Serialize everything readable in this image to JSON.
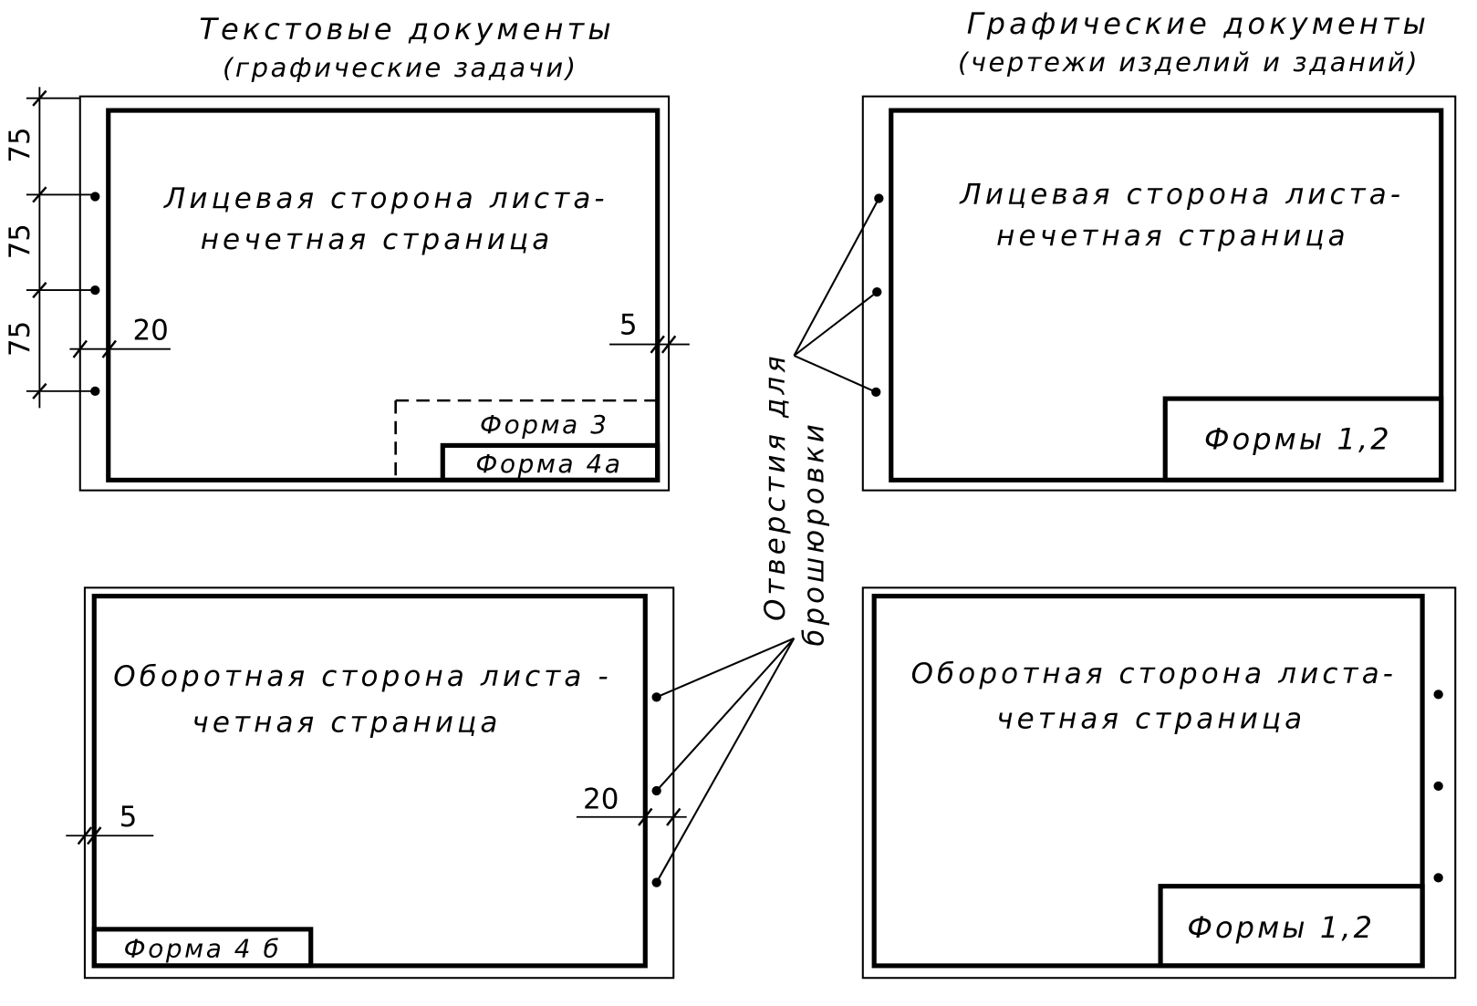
{
  "headers": {
    "left": {
      "line1": "Текстовые документы",
      "line2": "(графические задачи)"
    },
    "right": {
      "line1": "Графические документы",
      "line2": "(чертежи изделий и зданий)"
    }
  },
  "sheets": {
    "text_front": {
      "line1": "Лицевая сторона листа-",
      "line2": "нечетная страница",
      "form3": "Форма 3",
      "form4a": "Форма 4а",
      "dim_holes": [
        "75",
        "75",
        "75"
      ],
      "dim_left": "20",
      "dim_right": "5"
    },
    "graphic_front": {
      "line1": "Лицевая сторона листа-",
      "line2": "нечетная страница",
      "forms": "Формы 1,2"
    },
    "text_back": {
      "line1": "Оборотная сторона листа -",
      "line2": "четная страница",
      "form4b": "Форма 4 б",
      "dim_left": "5",
      "dim_right": "20"
    },
    "graphic_back": {
      "line1": "Оборотная сторона листа-",
      "line2": "четная страница",
      "forms": "Формы 1,2"
    }
  },
  "binding_holes_label": {
    "line1": "Отверстия для",
    "line2": "брошюровки"
  },
  "colors": {
    "ink": "#000000",
    "paper": "#ffffff"
  }
}
